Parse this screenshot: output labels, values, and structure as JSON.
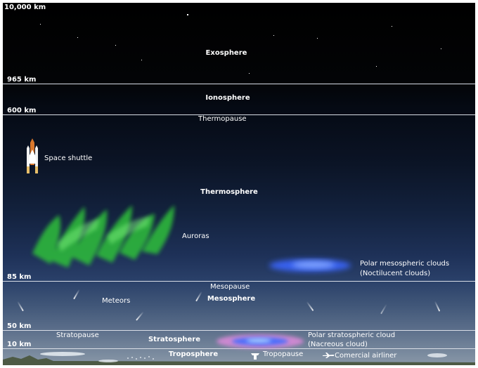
{
  "altitudes": {
    "top": "10,000 km",
    "exo_iono": "965 km",
    "iono_thermo": "600 km",
    "thermo_meso": "85 km",
    "meso_strato": "50 km",
    "strato_tropo": "10 km"
  },
  "layers": {
    "exosphere": "Exosphere",
    "ionosphere": "Ionosphere",
    "thermosphere": "Thermosphere",
    "mesosphere": "Mesosphere",
    "stratosphere": "Stratosphere",
    "troposphere": "Troposphere"
  },
  "boundaries": {
    "thermopause": "Thermopause",
    "mesopause": "Mesopause",
    "stratopause": "Stratopause",
    "tropopause": "Tropopause"
  },
  "objects": {
    "space_shuttle": "Space shuttle",
    "auroras": "Auroras",
    "polar_mesospheric_line1": "Polar mesospheric clouds",
    "polar_mesospheric_line2": "(Noctilucent clouds)",
    "meteors": "Meteors",
    "polar_stratospheric_line1": "Polar stratospheric cloud",
    "polar_stratospheric_line2": "(Nacreous cloud)",
    "airliner": "Comercial airliner"
  },
  "colors": {
    "aurora": "#2fbf3a",
    "noctilucent": "#4a78ff",
    "nacreous": "#d88ad8",
    "boundary_line": "#d8dde6"
  }
}
